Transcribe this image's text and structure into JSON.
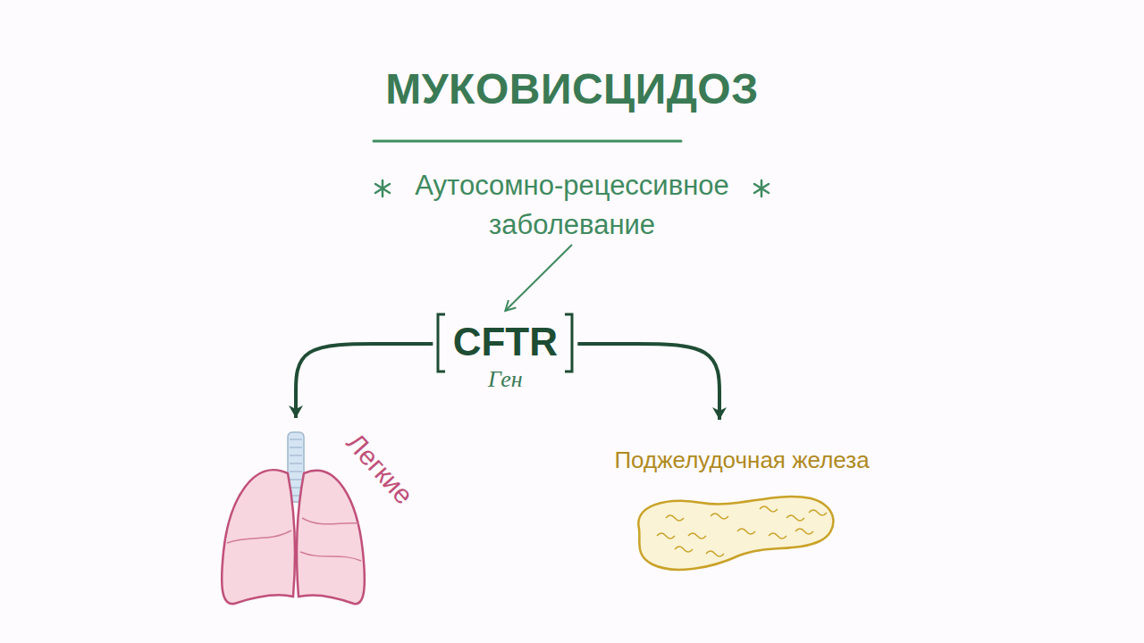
{
  "diagram": {
    "title": "МУКОВИСЦИДОЗ",
    "nodes": [
      {
        "text": [
          "Аутосомно-рецессивное заболевание"
        ]
      },
      {
        "text": [
          "CFTR",
          "Ген"
        ]
      },
      {
        "text": [
          "Легкие"
        ]
      },
      {
        "text": [
          "Поджелудочная железа"
        ]
      }
    ],
    "edges": [
      {
        "from": 0,
        "to": 1,
        "arrow": "to"
      },
      {
        "from": 1,
        "to": 2,
        "arrow": "to"
      },
      {
        "from": 1,
        "to": 3,
        "arrow": "to"
      }
    ]
  }
}
